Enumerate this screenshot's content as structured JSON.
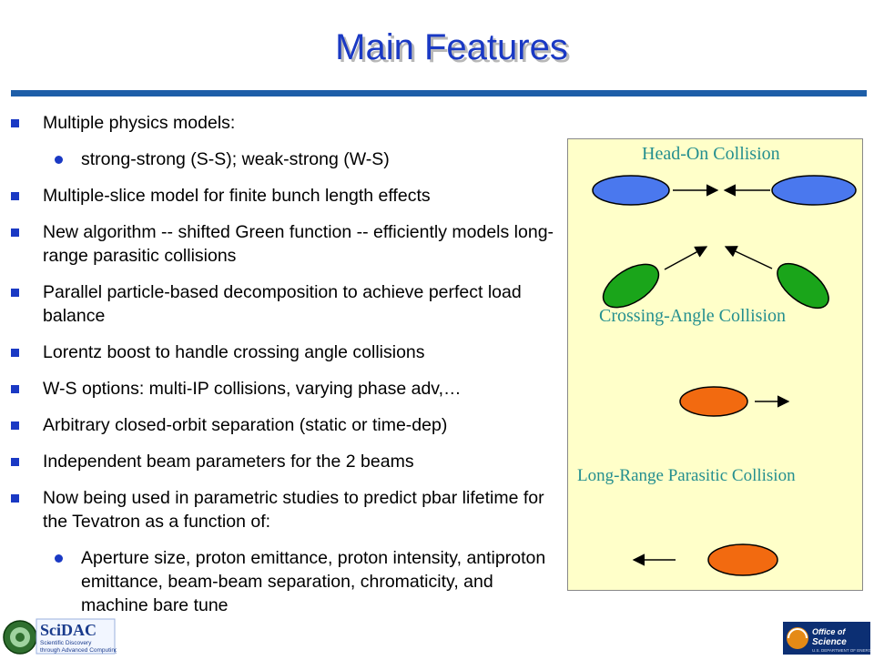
{
  "slide": {
    "title": "Main Features",
    "bullets": [
      {
        "level": 1,
        "text": "Multiple physics models:"
      },
      {
        "level": 2,
        "text": "strong-strong (S-S); weak-strong (W-S)"
      },
      {
        "level": 1,
        "text": "Multiple-slice model for finite bunch length effects"
      },
      {
        "level": 1,
        "text": "New algorithm -- shifted Green function -- efficiently models long-range parasitic collisions"
      },
      {
        "level": 1,
        "text": "Parallel particle-based decomposition to achieve perfect load balance"
      },
      {
        "level": 1,
        "text": "Lorentz boost to handle crossing angle collisions"
      },
      {
        "level": 1,
        "text": "W-S options: multi-IP collisions, varying phase adv,…"
      },
      {
        "level": 1,
        "text": "Arbitrary closed-orbit separation (static or time-dep)"
      },
      {
        "level": 1,
        "text": "Independent beam parameters for the 2 beams"
      },
      {
        "level": 1,
        "text": "Now being used in parametric studies to predict pbar lifetime for the Tevatron as a function of:"
      },
      {
        "level": 2,
        "text": "Aperture size, proton emittance, proton intensity, antiproton emittance, beam-beam separation, chromaticity, and machine bare tune"
      }
    ]
  },
  "diagram": {
    "head_on_label": "Head-On Collision",
    "crossing_label": "Crossing-Angle Collision",
    "long_range_label": "Long-Range Parasitic Collision",
    "colors": {
      "blue": "#4a78ee",
      "green": "#1aa51a",
      "orange": "#f26a10",
      "panel": "#ffffc9",
      "label": "#248f8f"
    }
  },
  "logos": {
    "left_name": "SciDAC",
    "left_tagline": "Scientific Discovery through Advanced Computing",
    "right_name": "Office of Science",
    "right_sub": "U.S. DEPARTMENT OF ENERGY"
  },
  "colors": {
    "title": "#1a39c4",
    "rule": "#1d5ea8",
    "bullet": "#1a39c4"
  }
}
